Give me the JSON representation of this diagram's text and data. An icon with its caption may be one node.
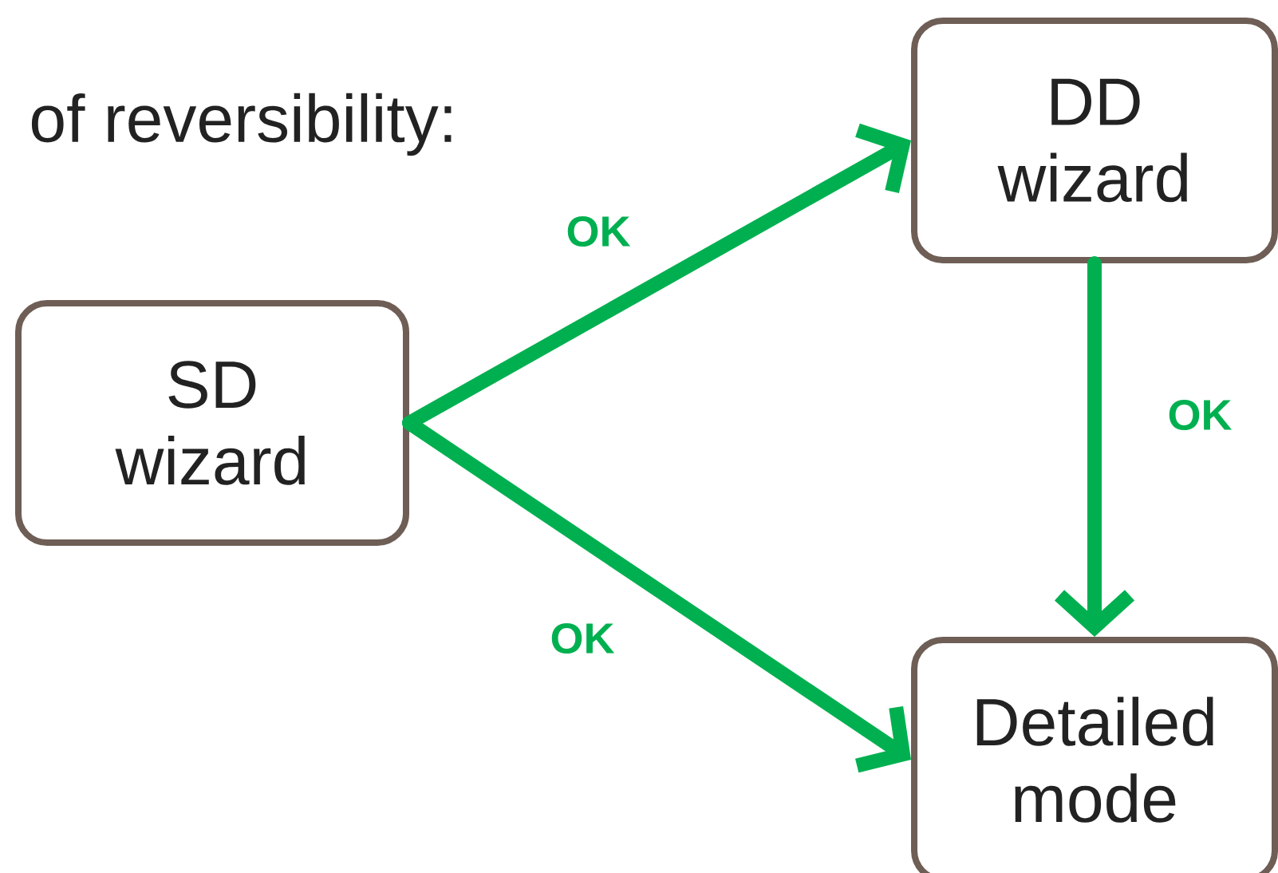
{
  "diagram": {
    "nodes": [
      {
        "text": [
          "SD wizard"
        ]
      },
      {
        "text": [
          "DD wizard"
        ]
      },
      {
        "text": [
          "Detailed mode"
        ]
      }
    ],
    "edges": [
      {
        "from": 0,
        "to": 1,
        "arrow": "to",
        "label": "OK"
      },
      {
        "from": 0,
        "to": 2,
        "arrow": "to",
        "label": "OK"
      },
      {
        "from": 1,
        "to": 2,
        "arrow": "to",
        "label": "OK"
      }
    ],
    "labels": [
      "of reversibility:"
    ]
  }
}
